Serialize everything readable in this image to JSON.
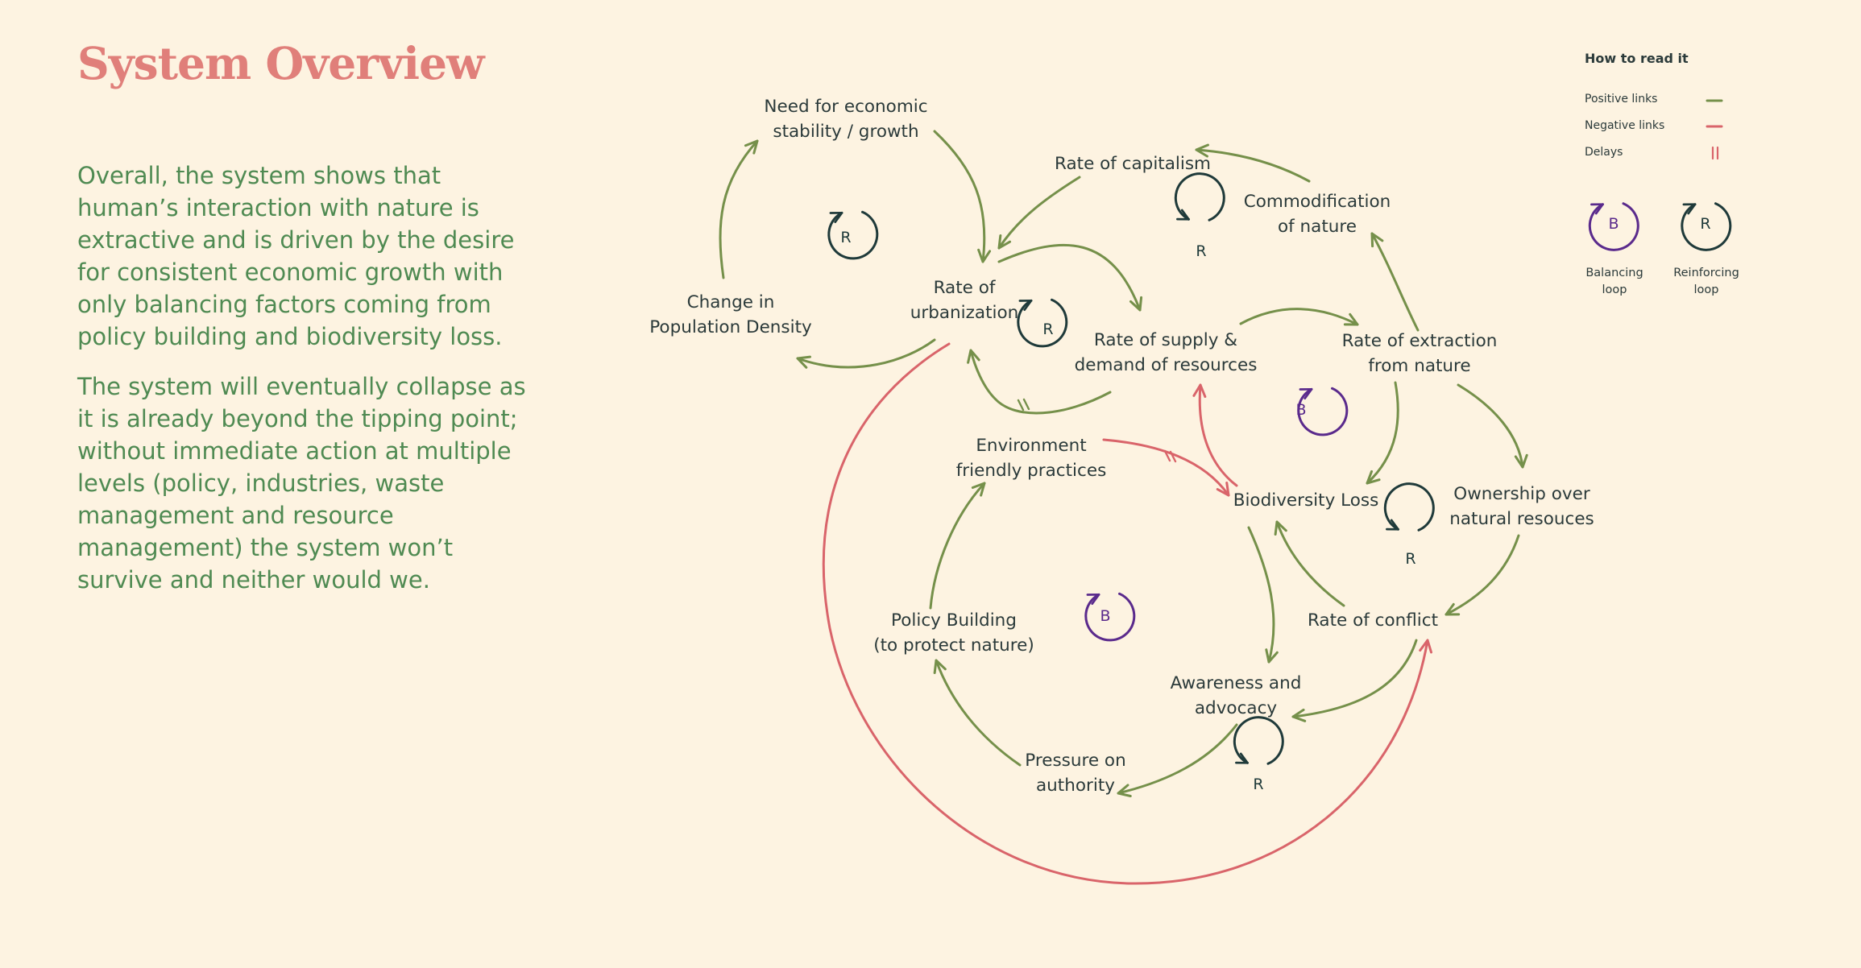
{
  "title": "System Overview",
  "paragraphs": [
    "Overall, the system shows that human’s interaction with nature is extractive and is driven by the desire for consistent economic growth with only balancing factors coming from policy building and biodiversity loss.",
    "The system will eventually collapse as it is already beyond the tipping point; without immediate action at multiple levels (policy, industries, waste management and resource management) the system won’t survive and neither would we."
  ],
  "nodes": {
    "need_growth": [
      "Need for economic",
      "stability / growth"
    ],
    "population": [
      "Change in",
      "Population Density"
    ],
    "urbanization": [
      "Rate of",
      "urbanization"
    ],
    "capitalism": [
      "Rate of capitalism"
    ],
    "commodification": [
      "Commodification",
      "of nature"
    ],
    "supply_demand": [
      "Rate of supply &",
      "demand of resources"
    ],
    "extraction": [
      "Rate of extraction",
      "from nature"
    ],
    "env_practices": [
      "Environment",
      "friendly practices"
    ],
    "biodiversity": [
      "Biodiversity Loss"
    ],
    "ownership": [
      "Ownership over",
      "natural resouces"
    ],
    "policy": [
      "Policy Building",
      "(to protect nature)"
    ],
    "conflict": [
      "Rate of conflict"
    ],
    "awareness": [
      "Awareness and",
      "advocacy"
    ],
    "pressure": [
      "Pressure on",
      "authority"
    ]
  },
  "loops": {
    "r1": "R",
    "r2": "R",
    "r3": "R",
    "r4": "R",
    "r5": "R",
    "b1": "B",
    "b2": "B"
  },
  "legend": {
    "title": "How to read it",
    "positive_label": "Positive links",
    "negative_label": "Negative links",
    "delays_label": "Delays",
    "balancing_letter": "B",
    "reinforcing_letter": "R",
    "balancing_caption": [
      "Balancing",
      "loop"
    ],
    "reinforcing_caption": [
      "Reinforcing",
      "loop"
    ]
  },
  "colors": {
    "background": "#fdf3e1",
    "title": "#e07f7a",
    "body_text": "#4f8a52",
    "positive_link": "#75904a",
    "negative_link": "#d9646a",
    "balancing_loop": "#5a2a8c",
    "reinforcing_loop": "#1f3a3a"
  },
  "icons": {
    "balancing": "circular-arrow-icon",
    "reinforcing": "circular-arrow-icon",
    "delay": "double-tick-icon"
  }
}
